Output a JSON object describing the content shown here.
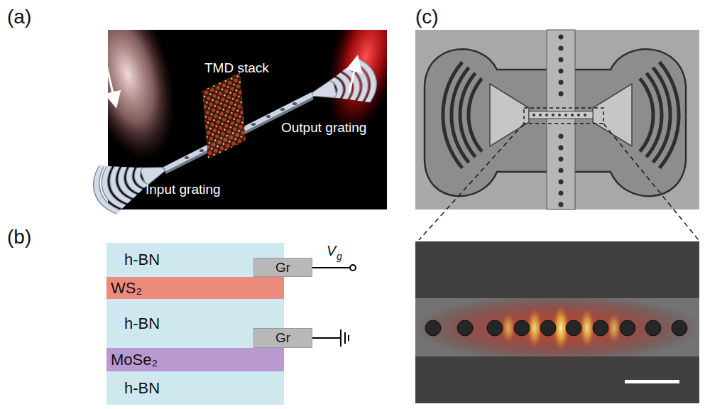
{
  "diagram": {
    "nodes": [
      {
        "text": [
          "h-BN"
        ]
      },
      {
        "text": [
          "Gr"
        ]
      },
      {
        "text": [
          "WS₂"
        ]
      },
      {
        "text": [
          "h-BN"
        ]
      },
      {
        "text": [
          "Gr"
        ]
      },
      {
        "text": [
          "MoSe₂"
        ]
      },
      {
        "text": [
          "h-BN"
        ]
      }
    ],
    "labels": [
      "(a)",
      "TMD stack",
      "Input grating",
      "Output grating",
      "(b)",
      "V",
      "g",
      "(c)"
    ]
  }
}
